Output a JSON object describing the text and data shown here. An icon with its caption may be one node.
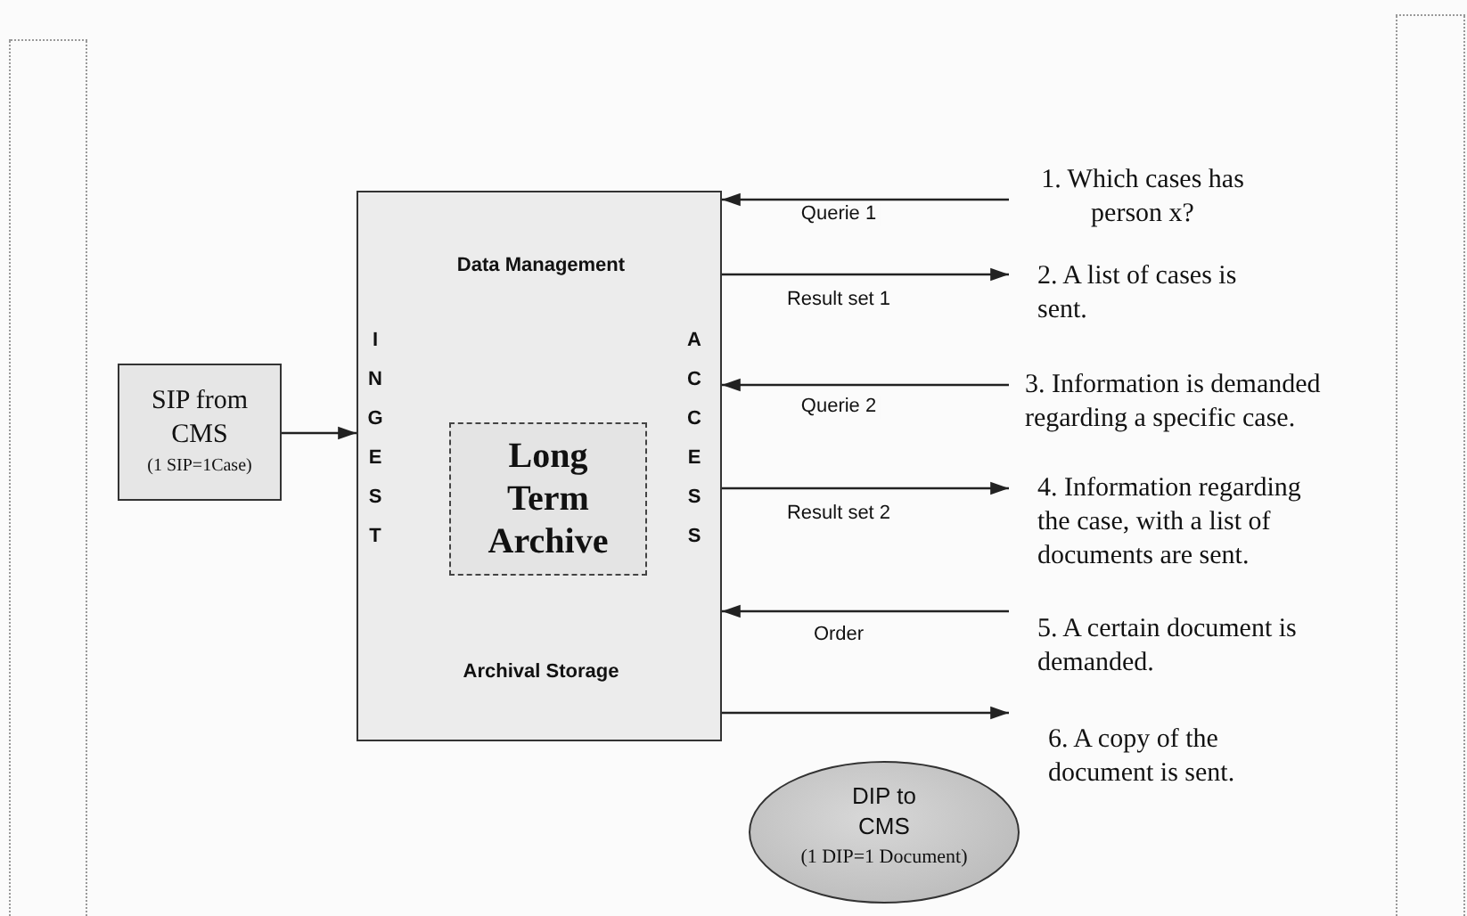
{
  "diagram": {
    "nodes": [
      {
        "text": [
          "SIP from CMS",
          "(1 SIP=1Case)"
        ]
      },
      {
        "text": [
          "Data Management",
          "Archival Storage",
          "INGEST",
          "ACCESS"
        ]
      },
      {
        "text": [
          "Long Term Archive"
        ],
        "in": 1
      },
      {
        "text": [
          "1. Which cases has person x?"
        ]
      },
      {
        "text": [
          "2. A list of cases is sent."
        ]
      },
      {
        "text": [
          "3. Information is demanded regarding a specific case."
        ]
      },
      {
        "text": [
          "4. Information regarding the case, with a list of documents are sent."
        ]
      },
      {
        "text": [
          "5. A certain document is demanded."
        ]
      },
      {
        "text": [
          "6. A copy of the document is sent."
        ]
      },
      {
        "text": [
          "DIP to CMS",
          "(1 DIP=1 Document)"
        ]
      }
    ],
    "edges": [
      {
        "from": 0,
        "to": 1,
        "arrow": "to"
      },
      {
        "from": 3,
        "to": 1,
        "arrow": "to",
        "label": "Querie 1"
      },
      {
        "from": 1,
        "to": 4,
        "arrow": "to",
        "label": "Result set 1"
      },
      {
        "from": 5,
        "to": 1,
        "arrow": "to",
        "label": "Querie 2"
      },
      {
        "from": 1,
        "to": 6,
        "arrow": "to",
        "label": "Result set 2"
      },
      {
        "from": 7,
        "to": 1,
        "arrow": "to",
        "label": "Order"
      },
      {
        "from": 1,
        "to": 8,
        "arrow": "to"
      }
    ]
  }
}
